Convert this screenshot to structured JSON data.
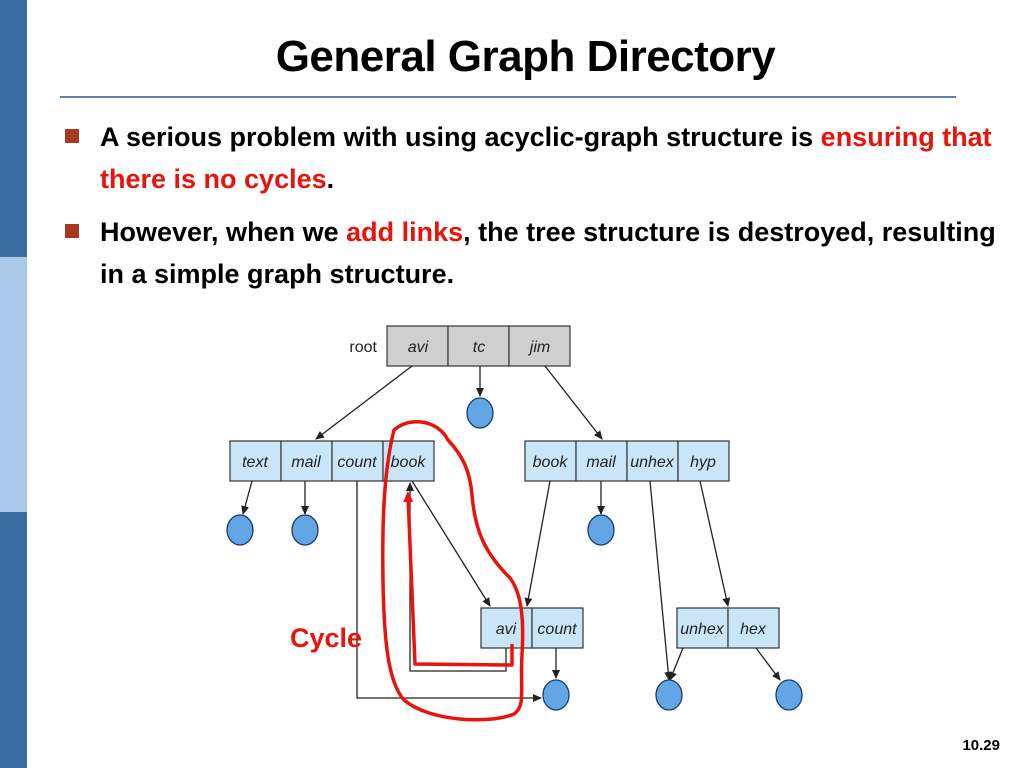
{
  "slide": {
    "title": "General Graph Directory",
    "page_number": "10.29"
  },
  "bullets": [
    {
      "before": "A serious problem with using acyclic-graph structure is ",
      "highlight": "ensuring that there is no cycles",
      "after": "."
    },
    {
      "before": "However, when we ",
      "highlight": "add links",
      "after": ", the tree structure is destroyed, resulting in a simple graph structure."
    }
  ],
  "diagram": {
    "root_label": "root",
    "root_cells": [
      "avi",
      "tc",
      "jim"
    ],
    "left_dir_cells": [
      "text",
      "mail",
      "count",
      "book"
    ],
    "right_dir_cells": [
      "book",
      "mail",
      "unhex",
      "hyp"
    ],
    "sub_dir_cells": [
      "avi",
      "count"
    ],
    "unhex_dir_cells": [
      "unhex",
      "hex"
    ],
    "cycle_label": "Cycle"
  },
  "colors": {
    "sidebar": "#3a6ea0",
    "sidebar_light": "#a9c8ea",
    "bullet_square": "#a8381e",
    "highlight": "#e8140c",
    "dir_cell_fill": "#c9e6f8",
    "root_cell_fill": "#cfcfcf",
    "file_node_fill": "#62a6e6"
  }
}
